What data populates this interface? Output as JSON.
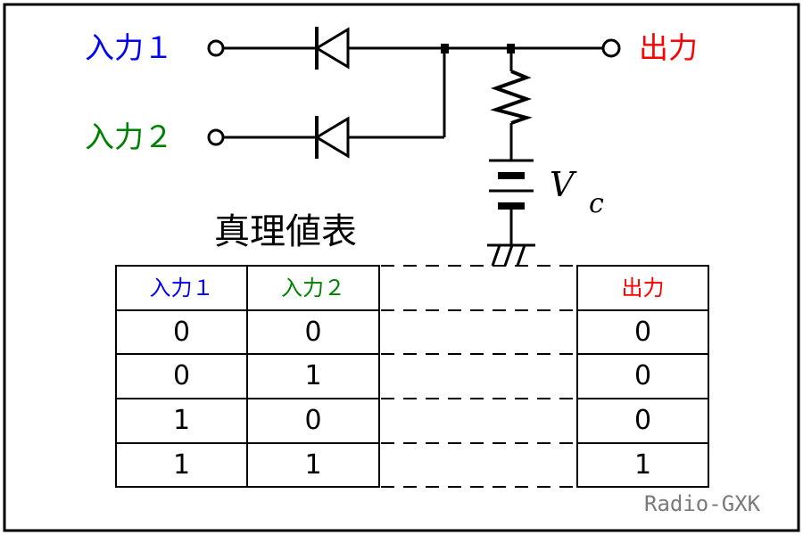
{
  "circuit": {
    "input1": {
      "label": "入力１",
      "color": "#0000ff"
    },
    "input2": {
      "label": "入力２",
      "color": "#008000"
    },
    "output": {
      "label": "出力",
      "color": "#ff0000"
    },
    "supply": {
      "symbol": "V",
      "subscript": "c"
    }
  },
  "truth_table": {
    "title": "真理値表",
    "headers": [
      "入力１",
      "入力２",
      "出力"
    ],
    "rows": [
      [
        "0",
        "0",
        "0"
      ],
      [
        "0",
        "1",
        "0"
      ],
      [
        "1",
        "0",
        "0"
      ],
      [
        "1",
        "1",
        "1"
      ]
    ]
  },
  "credit": "Radio-GXK"
}
